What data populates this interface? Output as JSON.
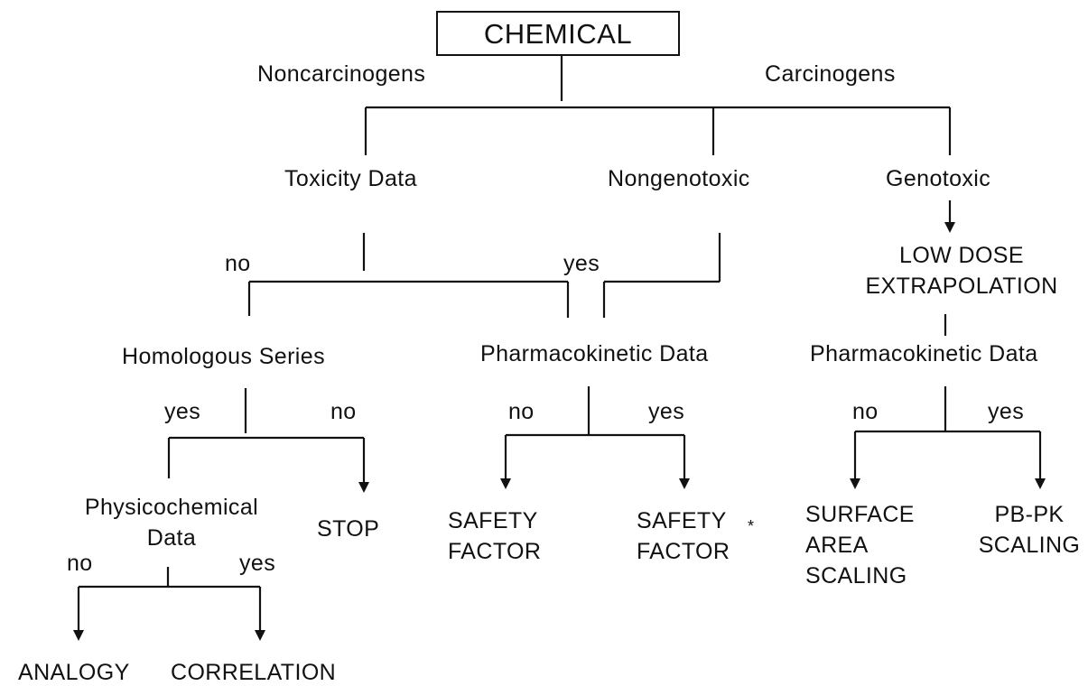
{
  "root": "CHEMICAL",
  "branches": {
    "noncarcinogens": "Noncarcinogens",
    "carcinogens": "Carcinogens"
  },
  "nodes": {
    "toxicity_data": "Toxicity Data",
    "nongenotoxic": "Nongenotoxic",
    "genotoxic": "Genotoxic",
    "low_dose_extrapolation": "LOW DOSE\nEXTRAPOLATION",
    "homologous_series": "Homologous Series",
    "pharmacokinetic_data_mid": "Pharmacokinetic Data",
    "pharmacokinetic_data_right": "Pharmacokinetic Data",
    "physicochemical_data": "Physicochemical\nData",
    "stop": "STOP",
    "safety_factor_1": "SAFETY\nFACTOR",
    "safety_factor_2": "SAFETY\nFACTOR",
    "safety_factor_2_mark": "*",
    "surface_area_scaling": "SURFACE\nAREA\nSCALING",
    "pbpk_scaling": "PB-PK\nSCALING",
    "analogy": "ANALOGY",
    "correlation": "CORRELATION"
  },
  "edge_labels": {
    "tox_no": "no",
    "tox_yes": "yes",
    "homol_yes": "yes",
    "homol_no": "no",
    "pk_mid_no": "no",
    "pk_mid_yes": "yes",
    "pk_right_no": "no",
    "pk_right_yes": "yes",
    "physchem_no": "no",
    "physchem_yes": "yes"
  }
}
